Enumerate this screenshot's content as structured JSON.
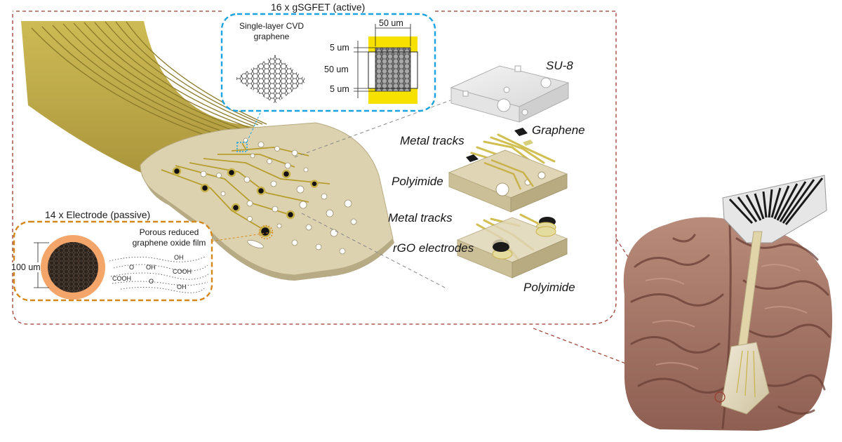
{
  "gsgfet_callout": {
    "title": "16 x gSGFET (active)",
    "graphene_label": "Single-layer CVD graphene",
    "width_dim": "50 um",
    "top_dim": "5 um",
    "channel_dim": "50 um",
    "bottom_dim": "5 um"
  },
  "electrode_callout": {
    "title": "14 x Electrode (passive)",
    "diameter_dim": "100 um",
    "film_label": "Porous reduced graphene oxide film",
    "chem_groups": [
      "OH",
      "O",
      "OH",
      "COOH",
      "COOH",
      "O",
      "OH"
    ]
  },
  "layers": {
    "su8": "SU-8",
    "graphene": "Graphene",
    "metal_tracks_top": "Metal tracks",
    "polyimide_top": "Polyimide",
    "metal_tracks_bottom": "Metal tracks",
    "rgo": "rGO electrodes",
    "polyimide_bottom": "Polyimide"
  },
  "colors": {
    "frame_dash": "#9b3b30",
    "gsgfet_accent": "#1aa3e0",
    "electrode_accent": "#d4881c",
    "gold": "#c9b24a",
    "polyimide": "#ddd2b0",
    "contact_yellow": "#f6e100"
  }
}
